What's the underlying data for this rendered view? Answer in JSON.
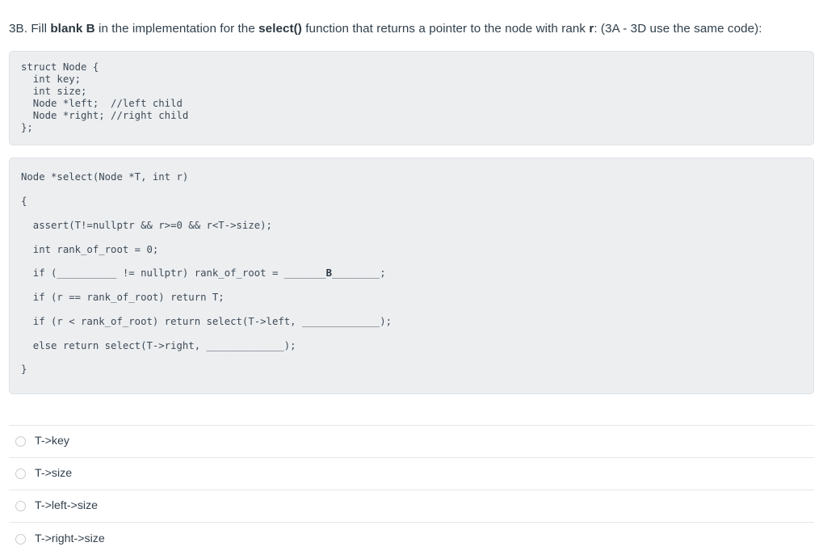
{
  "question": {
    "number": "3B.",
    "text_part1": "3B. Fill ",
    "bold1": "blank B",
    "text_part2": " in the implementation for the ",
    "bold2": "select()",
    "text_part3": " function that returns a pointer to the node with rank ",
    "bold3": "r",
    "text_part4": ": (3A - 3D use the same code):"
  },
  "code_blocks": [
    {
      "name": "struct-definition",
      "content": "struct Node {\n  int key;\n  int size;\n  Node *left;  //left child\n  Node *right; //right child\n};"
    },
    {
      "name": "select-function",
      "line1": "Node *select(Node *T, int r)",
      "line2": "{",
      "line3": "  assert(T!=nullptr && r>=0 && r<T->size);",
      "line4": "  int rank_of_root = 0;",
      "line5a": "  if (__________ != nullptr) rank_of_root = _______",
      "line5b": "B",
      "line5c": "________;",
      "line6": "  if (r == rank_of_root) return T;",
      "line7": "  if (r < rank_of_root) return select(T->left, _____________);",
      "line8": "  else return select(T->right, _____________);",
      "line9": "}"
    }
  ],
  "options": [
    {
      "id": "option-a",
      "label": "T->key",
      "selected": false
    },
    {
      "id": "option-b",
      "label": "T->size",
      "selected": false
    },
    {
      "id": "option-c",
      "label": "T->left->size",
      "selected": false
    },
    {
      "id": "option-d",
      "label": "T->right->size",
      "selected": false
    }
  ],
  "colors": {
    "page_background": "#ffffff",
    "code_background": "#eceef0",
    "code_border": "#dfe2e5",
    "code_text": "#3f4b57",
    "body_text": "#31404c",
    "divider": "#e4e6e8",
    "radio_border": "#c7ccd1"
  }
}
